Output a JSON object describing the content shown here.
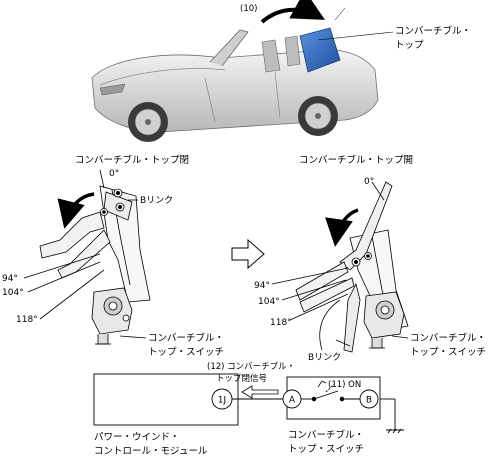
{
  "top": {
    "step_label": "(10)",
    "top_callout": [
      "コンバーチブル・",
      "トップ"
    ],
    "caption_left": "コンバーチブル・トップ閉",
    "caption_right": "コンバーチブル・トップ開"
  },
  "left_mech": {
    "angle_0": "0°",
    "b_link": "Bリンク",
    "angle_94": "94°",
    "angle_104": "104°",
    "angle_118": "118°",
    "switch_label": [
      "コンバーチブル・",
      "トップ・スイッチ"
    ]
  },
  "right_mech": {
    "angle_0": "0°",
    "angle_94": "94°",
    "angle_104": "104°",
    "angle_118": "118°",
    "b_link": "Bリンク",
    "switch_label": [
      "コンバーチブル・",
      "トップ・スイッチ"
    ]
  },
  "circuit": {
    "signal_label": [
      "(12) コンバーチブル・",
      "トップ閉信号"
    ],
    "terminal_1j": "1J",
    "terminal_a": "A",
    "terminal_b": "B",
    "switch_on": "(11) ON",
    "module_label": [
      "パワー・ウインド・",
      "コントロール・モジュール"
    ],
    "switch_label": [
      "コンバーチブル・",
      "トップ・スイッチ"
    ]
  },
  "colors": {
    "top_blue": "#2f6fc4",
    "car_grey": "#d9d9d9",
    "line": "#000000"
  }
}
